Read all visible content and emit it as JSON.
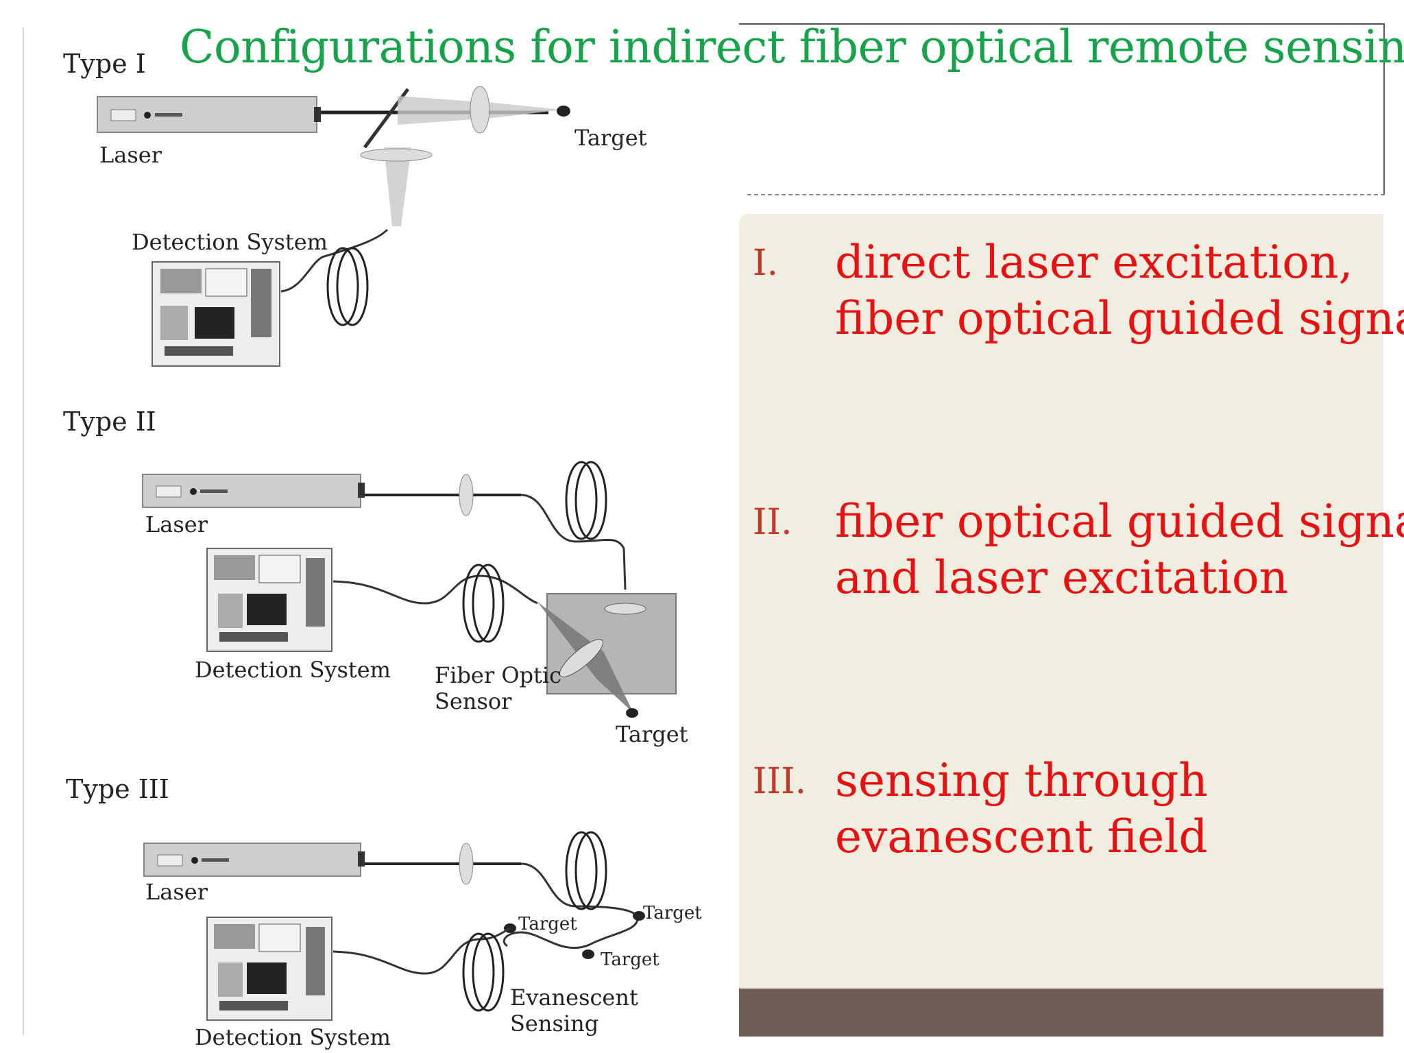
{
  "title": "Configurations for indirect fiber optical remote sensing",
  "colors": {
    "title": "#16a34a",
    "list_text": "#e81010",
    "list_number": "#c0392b",
    "panel_bg": "#efeee0",
    "panel_bar": "#6f5e55"
  },
  "diagram": {
    "type1": {
      "heading": "Type I",
      "laser": "Laser",
      "target": "Target",
      "detection": "Detection System"
    },
    "type2": {
      "heading": "Type II",
      "laser": "Laser",
      "detection": "Detection System",
      "sensor_line1": "Fiber Optic",
      "sensor_line2": "Sensor",
      "target": "Target"
    },
    "type3": {
      "heading": "Type III",
      "laser": "Laser",
      "detection": "Detection System",
      "target_a": "Target",
      "target_b": "Target",
      "target_c": "Target",
      "evanescent_line1": "Evanescent",
      "evanescent_line2": "Sensing"
    }
  },
  "list": [
    {
      "number": "I.",
      "line1": "direct laser excitation,",
      "line2": "fiber optical guided signal"
    },
    {
      "number": "II.",
      "line1": "fiber optical guided signal",
      "line2": "and laser excitation"
    },
    {
      "number": "III.",
      "line1": "sensing through",
      "line2": "evanescent field"
    }
  ]
}
